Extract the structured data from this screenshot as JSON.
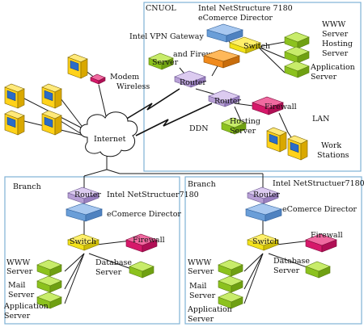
{
  "cnuol": {
    "title": "CNUOL",
    "director_line1": "Intel NetStructure 7180",
    "director_line2": "eComerce Director",
    "vpn_line1": "Intel VPN Gateway",
    "vpn_line2": "and Firewall",
    "server": "Server",
    "switch": "Switch",
    "www_server_1": "WWW",
    "www_server_2": "Server",
    "hosting_1": "Hosting",
    "hosting_2": "Server",
    "app_1": "Application",
    "app_2": "Server",
    "router_top": "Router",
    "router_mid": "Router",
    "firewall": "Firewall",
    "hosting_mid_1": "Hosting",
    "hosting_mid_2": "Server",
    "lan": "LAN",
    "ws_1": "Work",
    "ws_2": "Stations"
  },
  "left_area": {
    "modem_1": "Modem",
    "modem_2": "Wireless",
    "internet": "Internet",
    "ddn": "DDN"
  },
  "branch_left": {
    "title": "Branch",
    "router": "Router",
    "director_line1": "Intel NetStructuer7180",
    "director_line2": "eComerce Director",
    "switch": "Switch",
    "firewall": "Firewall",
    "db_1": "Database",
    "db_2": "Server",
    "www_1": "WWW",
    "www_2": "Server",
    "mail_1": "Mail",
    "mail_2": "Server",
    "app_1": "Application",
    "app_2": "Server"
  },
  "branch_right": {
    "title": "Branch",
    "router": "Router",
    "director_line1": "Intel NetStructuer7180",
    "director_line2": "eComerce Director",
    "switch": "Switch",
    "firewall": "Firewall",
    "db_1": "Database",
    "db_2": "Server",
    "www_1": "WWW",
    "www_2": "Server",
    "mail_1": "Mail",
    "mail_2": "Server",
    "app_1": "Application",
    "app_2": "Server"
  },
  "colors": {
    "box_border": "#7fb2d6",
    "server_green": "#9bd032",
    "switch_yellow": "#f2e21a",
    "router_purple": "#b8a0d6",
    "firewall_magenta": "#d6196a",
    "director_blue": "#6a9ed8",
    "vpn_orange": "#f08a1c",
    "pc_yellow": "#ffd21a",
    "line": "#1a1a1a"
  }
}
